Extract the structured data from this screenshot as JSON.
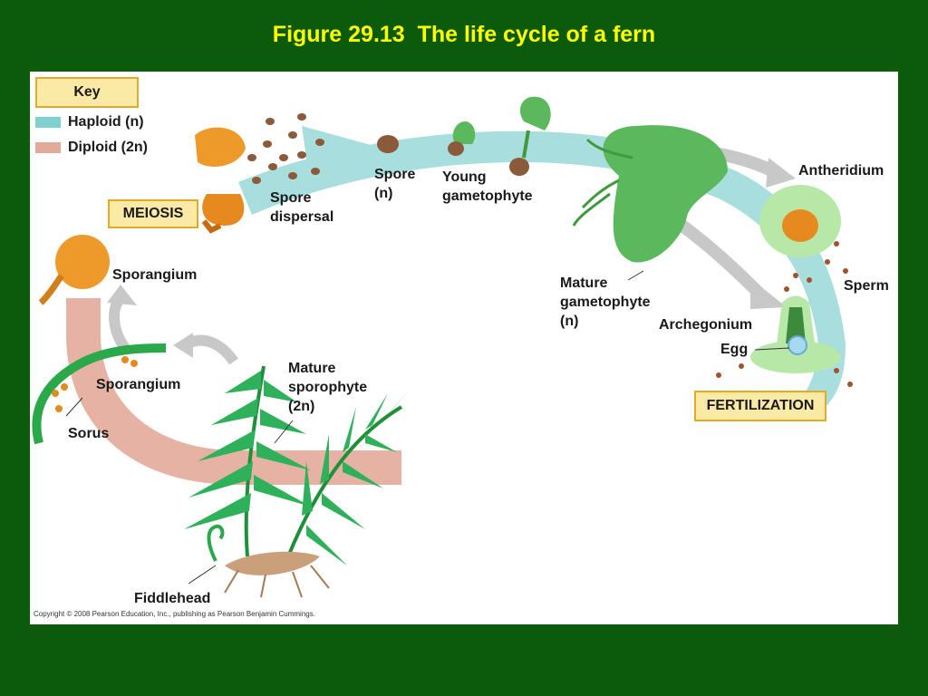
{
  "title": "Figure 29.13  The life cycle of a fern",
  "key": {
    "title": "Key",
    "haploid": "Haploid (n)",
    "diploid": "Diploid (2n)",
    "haploid_color": "#7fd0d0",
    "diploid_color": "#e2aa9a"
  },
  "stages": {
    "meiosis": "MEIOSIS",
    "fertilization": "FERTILIZATION"
  },
  "labels": {
    "spore_dispersal_1": "Spore",
    "spore_dispersal_2": "dispersal",
    "spore_1": "Spore",
    "spore_2": "(n)",
    "young_gametophyte_1": "Young",
    "young_gametophyte_2": "gametophyte",
    "antheridium": "Antheridium",
    "sperm": "Sperm",
    "mature_gametophyte_1": "Mature",
    "mature_gametophyte_2": "gametophyte",
    "mature_gametophyte_3": "(n)",
    "archegonium": "Archegonium",
    "egg": "Egg",
    "sporangium_upper": "Sporangium",
    "sporangium_lower": "Sporangium",
    "sorus": "Sorus",
    "mature_sporophyte_1": "Mature",
    "mature_sporophyte_2": "sporophyte",
    "mature_sporophyte_3": "(2n)",
    "fiddlehead": "Fiddlehead"
  },
  "copyright": "Copyright © 2008 Pearson Education, Inc., publishing as Pearson Benjamin Cummings."
}
